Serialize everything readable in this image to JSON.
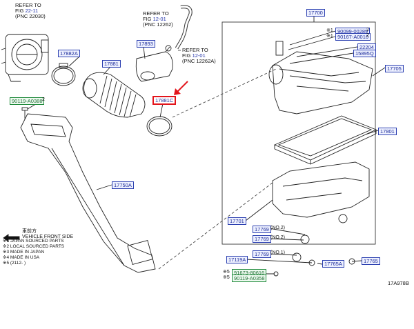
{
  "refs": {
    "fig_22_11": {
      "line1": "REFER TO",
      "line2_prefix": "FIG ",
      "fig": "22-11",
      "line3": "(PNC 22030)"
    },
    "fig_12_01_top": {
      "line1": "REFER TO",
      "line2_prefix": "FIG ",
      "fig": "12-01",
      "line3": "(PNC 12262)"
    },
    "fig_12_01_right": {
      "line1": "REFER TO",
      "line2_prefix": "FIG ",
      "fig": "12-01",
      "line3": "(PNC 12262A)"
    }
  },
  "callouts": {
    "c17882A": "17882A",
    "c17881": "17881",
    "c17893": "17893",
    "c17881C": "17881C",
    "c90119_A0388": "90119-A0388",
    "c17750A": "17750A",
    "c17700": "17700",
    "c90099_0028": "90099-00289",
    "c90167_A0016": "90167-A0016",
    "c22204": "22204",
    "c15895Q": "15895Q",
    "c17705": "17705",
    "c17801": "17801",
    "c17701": "17701",
    "c17769a": "17769",
    "c17769b": "17769",
    "c17769c": "17769",
    "c17119A": "17119A",
    "c17765A": "17765A",
    "c17765": "17765",
    "c91673_80616": "91673-80616",
    "c90119_A0358": "90119-A0358"
  },
  "suffixes": {
    "s90119": "2",
    "s90099": "2",
    "s90167": "2",
    "no2_a": "(NO.2)",
    "no2_b": "(NO.2)",
    "no1": "(NO.1)",
    "mark_a": "※1",
    "mark_b": "※1",
    "mark_c": "※5",
    "mark_d": "※5"
  },
  "front_side": {
    "line1": "車前方",
    "line2": "VEHICLE FRONT SIDE"
  },
  "legend": [
    "※1 JAPAN SOURCED PARTS",
    "※2 LOCAL SOURCED PARTS",
    "※3 MADE IN JAPAN",
    "※4 MADE IN USA",
    "※5 (2112-        )"
  ],
  "figure_code": "17A978B",
  "colors": {
    "callout_blue": "#2b3fb0",
    "callout_green": "#1f8a3a",
    "highlight_red": "#e3141b"
  }
}
